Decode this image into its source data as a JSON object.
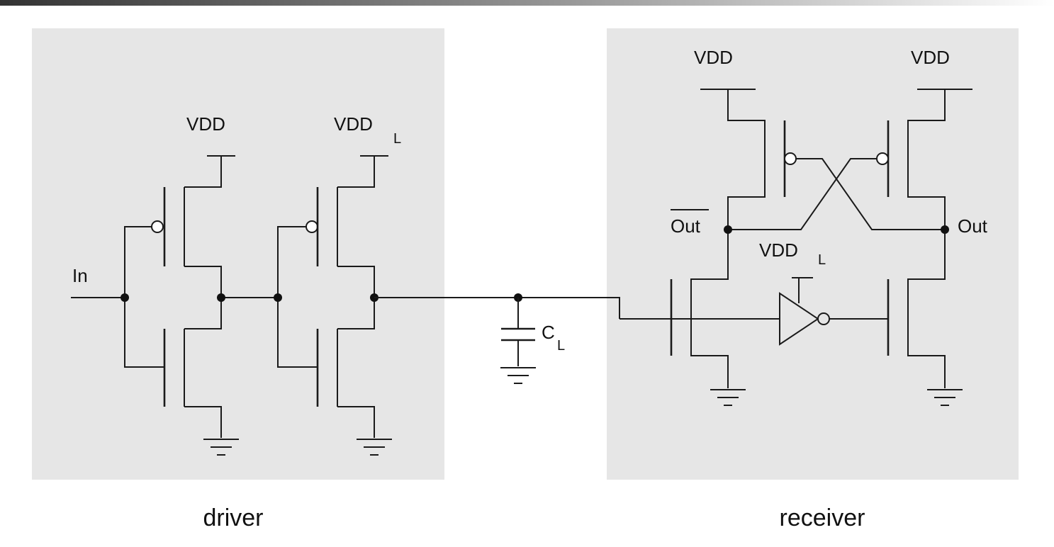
{
  "colors": {
    "panel": "#e6e6e6",
    "wire": "#1a1a1a",
    "accent_bar": "#4a4a4a"
  },
  "driver": {
    "caption": "driver",
    "in_label": "In",
    "vdd_label": "VDD",
    "vddl_main": "VDD",
    "vddl_sub": "L"
  },
  "load": {
    "c_main": "C",
    "c_sub": "L"
  },
  "receiver": {
    "caption": "receiver",
    "vdd_left": "VDD",
    "vdd_right": "VDD",
    "out_bar_label": "Out",
    "out_label": "Out",
    "vddl_main": "VDD",
    "vddl_sub": "L"
  }
}
